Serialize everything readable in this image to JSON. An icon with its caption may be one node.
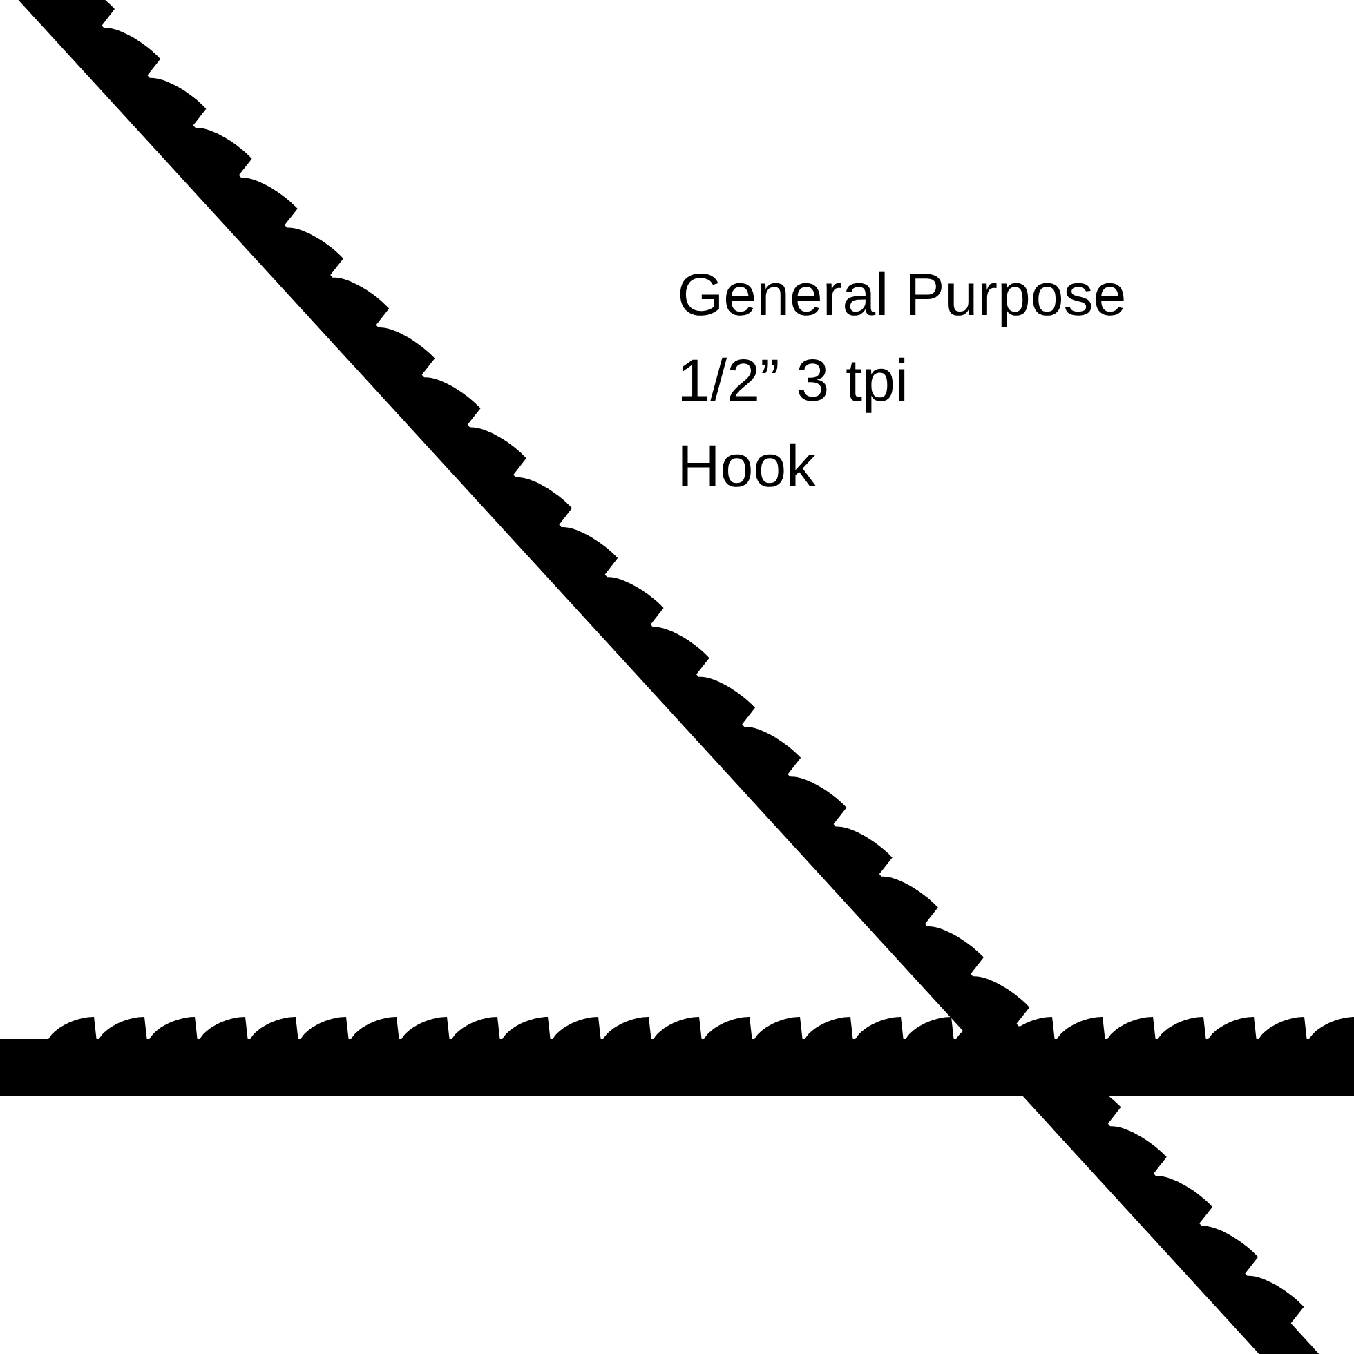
{
  "diagram": {
    "labels": [
      "General Purpose",
      "1/2” 3 tpi",
      "Hook"
    ]
  }
}
